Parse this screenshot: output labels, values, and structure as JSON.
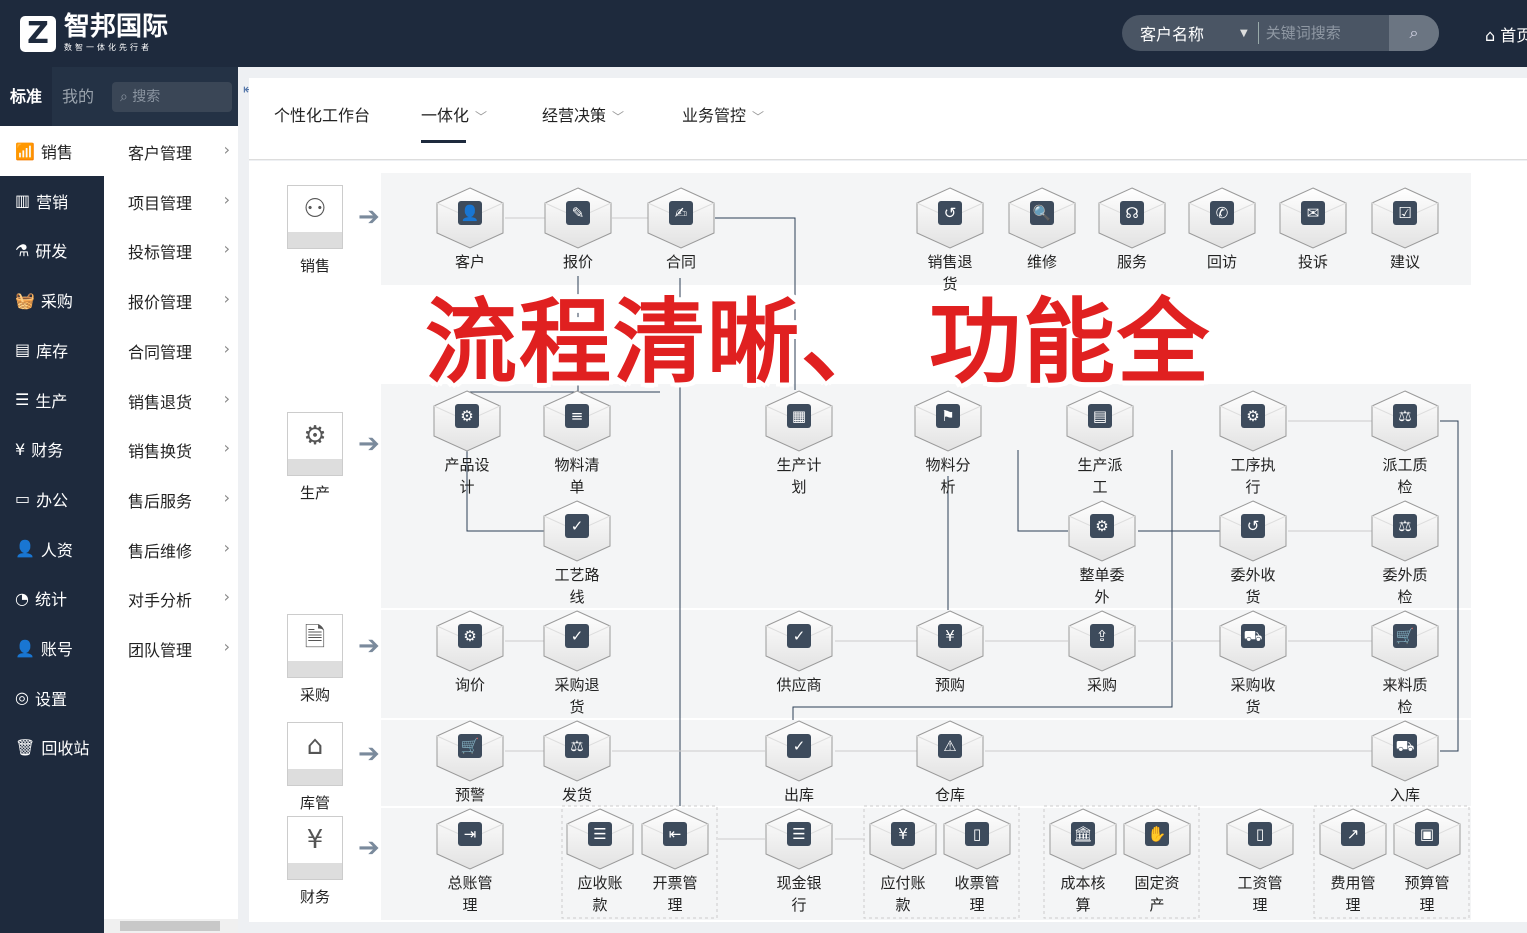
{
  "header": {
    "logo_mark": "Z",
    "brand": "智邦国际",
    "slogan": "数智一体化先行者",
    "search_field": "客户名称",
    "search_placeholder": "关键词搜索",
    "home": "首页"
  },
  "sidebar": {
    "tab_standard": "标准",
    "tab_mine": "我的",
    "search_placeholder": "搜索",
    "items": [
      {
        "label": "销售",
        "icon": "📶"
      },
      {
        "label": "营销",
        "icon": "▥"
      },
      {
        "label": "研发",
        "icon": "⚗"
      },
      {
        "label": "采购",
        "icon": "🧺"
      },
      {
        "label": "库存",
        "icon": "▤"
      },
      {
        "label": "生产",
        "icon": "☰"
      },
      {
        "label": "财务",
        "icon": "¥"
      },
      {
        "label": "办公",
        "icon": "▭"
      },
      {
        "label": "人资",
        "icon": "👤"
      },
      {
        "label": "统计",
        "icon": "◔"
      },
      {
        "label": "账号",
        "icon": "👤"
      },
      {
        "label": "设置",
        "icon": "◎"
      },
      {
        "label": "回收站",
        "icon": "🗑"
      }
    ],
    "submenu": [
      "客户管理",
      "项目管理",
      "投标管理",
      "报价管理",
      "合同管理",
      "销售退货",
      "销售换货",
      "售后服务",
      "售后维修",
      "对手分析",
      "团队管理"
    ]
  },
  "nav": {
    "tabs": [
      "个性化工作台",
      "一体化",
      "经营决策",
      "业务管控"
    ],
    "active": "一体化"
  },
  "modules": [
    {
      "label": "销售",
      "icon": "org"
    },
    {
      "label": "生产",
      "icon": "robot-arm"
    },
    {
      "label": "采购",
      "icon": "doc"
    },
    {
      "label": "库管",
      "icon": "warehouse"
    },
    {
      "label": "财务",
      "icon": "yen-doc"
    }
  ],
  "flow": {
    "sales": [
      "客户",
      "报价",
      "合同",
      "销售退货",
      "维修",
      "服务",
      "回访",
      "投诉",
      "建议"
    ],
    "production_1": [
      "产品设计",
      "物料清单",
      "生产计划",
      "物料分析",
      "生产派工",
      "工序执行",
      "派工质检"
    ],
    "production_2": [
      "工艺路线",
      "整单委外",
      "委外收货",
      "委外质检"
    ],
    "purchase": [
      "询价",
      "采购退货",
      "供应商",
      "预购",
      "采购",
      "采购收货",
      "来料质检"
    ],
    "warehouse": [
      "预警",
      "发货",
      "出库",
      "仓库",
      "入库"
    ],
    "finance": [
      "总账管理",
      "应收账款",
      "开票管理",
      "现金银行",
      "应付账款",
      "收票管理",
      "成本核算",
      "固定资产",
      "工资管理",
      "费用管理",
      "预算管理"
    ]
  },
  "overlay_text": "流程清晰、 功能全"
}
